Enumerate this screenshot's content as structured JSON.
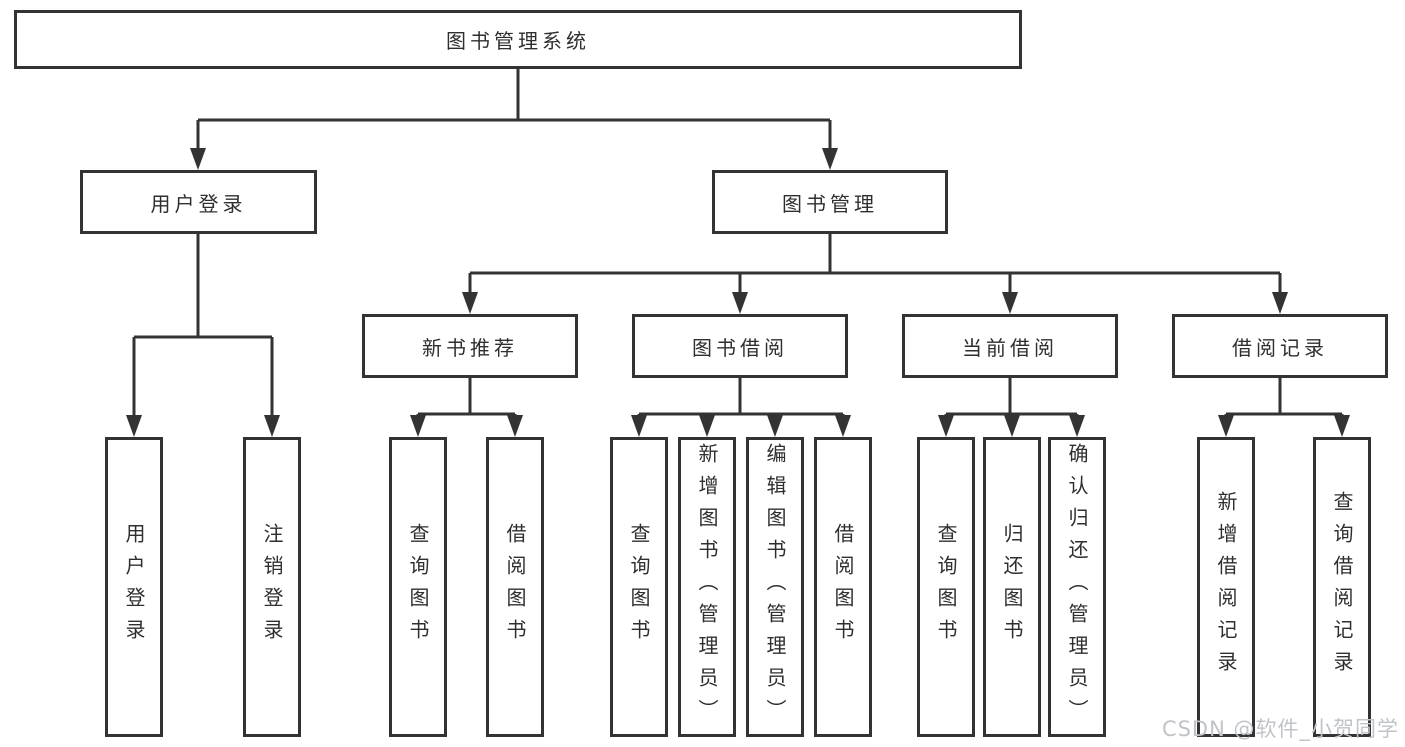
{
  "colors": {
    "line": "#333333",
    "box_border": "#333333",
    "box_fill": "#ffffff",
    "text": "#2f2f2f",
    "watermark": "#c0c3c7"
  },
  "watermark": {
    "text": "CSDN @软件_小贺同学"
  },
  "diagram": {
    "root": {
      "label": "图书管理系统"
    },
    "branches": [
      {
        "label": "用户登录",
        "children": [
          {
            "label": "用户登录"
          },
          {
            "label": "注销登录"
          }
        ]
      },
      {
        "label": "图书管理",
        "children": [
          {
            "label": "新书推荐",
            "children": [
              {
                "label": "查询图书"
              },
              {
                "label": "借阅图书"
              }
            ]
          },
          {
            "label": "图书借阅",
            "children": [
              {
                "label": "查询图书"
              },
              {
                "label": "新增图书（管理员）"
              },
              {
                "label": "编辑图书（管理员）"
              },
              {
                "label": "借阅图书"
              }
            ]
          },
          {
            "label": "当前借阅",
            "children": [
              {
                "label": "查询图书"
              },
              {
                "label": "归还图书"
              },
              {
                "label": "确认归还（管理员）"
              }
            ]
          },
          {
            "label": "借阅记录",
            "children": [
              {
                "label": "新增借阅记录"
              },
              {
                "label": "查询借阅记录"
              }
            ]
          }
        ]
      }
    ]
  }
}
